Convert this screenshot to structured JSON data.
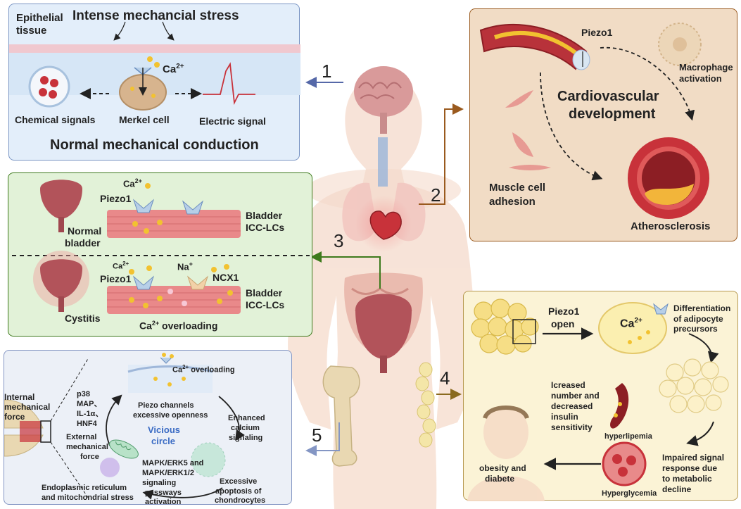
{
  "panel1": {
    "epithelial": "Epithelial",
    "tissue": "tissue",
    "stress": "Intense mechancial stress",
    "ca": "Ca",
    "ca_sup": "2+",
    "chemical": "Chemical signals",
    "merkel": "Merkel cell",
    "electric": "Electric signal",
    "title": "Normal mechanical conduction"
  },
  "panel2": {
    "piezo1": "Piezo1",
    "macrophage_1": "Macrophage",
    "macrophage_2": "activation",
    "cardio_1": "Cardiovascular",
    "cardio_2": "development",
    "muscle_1": "Muscle cell",
    "muscle_2": "adhesion",
    "athero": "Atherosclerosis"
  },
  "panel3": {
    "ca_top": "Ca",
    "ca_top_sup": "2+",
    "piezo1_top": "Piezo1",
    "bladder_1": "Bladder",
    "bladder_2": "ICC-LCs",
    "normal_1": "Normal",
    "normal_2": "bladder",
    "ca_bot": "Ca",
    "ca_bot_sup": "2+",
    "na": "Na",
    "na_sup": "+",
    "piezo1_bot": "Piezo1",
    "ncx1": "NCX1",
    "bladder_b1": "Bladder",
    "bladder_b2": "ICC-LCs",
    "cystitis": "Cystitis",
    "overload_ca": "Ca",
    "overload_sup": "2+",
    "overload_txt": " overloading"
  },
  "panel4": {
    "piezo1_1": "Piezo1",
    "piezo1_2": "open",
    "ca": "Ca",
    "ca_sup": "2+",
    "diff_1": "Differentiation",
    "diff_2": "of adipocyte",
    "diff_3": "precursors",
    "inc_1": "Icreased",
    "inc_2": "number and",
    "inc_3": "decreased",
    "inc_4": "insulin",
    "inc_5": "sensitivity",
    "hyperlip": "hyperlipemia",
    "impaired_1": "Impaired signal",
    "impaired_2": "response due",
    "impaired_3": "to metabolic",
    "impaired_4": "decline",
    "obesity_1": "obesity and",
    "obesity_2": "diabete",
    "hyperglyc": "Hyperglycemia"
  },
  "panel5": {
    "internal_1": "Internal",
    "internal_2": "mechanical",
    "internal_3": "force",
    "p38_1": "p38",
    "p38_2": "MAP、",
    "p38_3": "IL-1α、",
    "p38_4": "HNF4",
    "external_1": "External",
    "external_2": "mechanical",
    "external_3": "force",
    "ca": "Ca",
    "ca_sup": "2+",
    "ca_txt": " overloading",
    "piezo_1": "Piezo channels",
    "piezo_2": "excessive openness",
    "vicious_1": "Vicious",
    "vicious_2": "circle",
    "enhanced_1": "Enhanced",
    "enhanced_2": "calcium",
    "enhanced_3": "signaling",
    "mapk_1": "MAPK/ERK5 and",
    "mapk_2": "MAPK/ERK1/2",
    "mapk_3": "signaling",
    "mapk_4": "passways",
    "mapk_5": "activation",
    "er_1": "Endoplasmic reticulum",
    "er_2": "and mitochondrial stress",
    "excessive_1": "Excessive",
    "excessive_2": "apoptosis of",
    "excessive_3": "chondrocytes"
  },
  "numbers": {
    "n1": "1",
    "n2": "2",
    "n3": "3",
    "n4": "4",
    "n5": "5"
  },
  "colors": {
    "panel1_bg": "#e3eefa",
    "panel2_bg": "#f1dcc5",
    "panel3_bg": "#e2f2d8",
    "panel4_bg": "#fbf3d6",
    "panel5_bg": "#ecf0f7",
    "arrow1": "#5568a8",
    "arrow2": "#9a5a1e",
    "arrow3": "#3d7a1c",
    "arrow4": "#8a6a1e",
    "arrow5": "#8496c4"
  }
}
